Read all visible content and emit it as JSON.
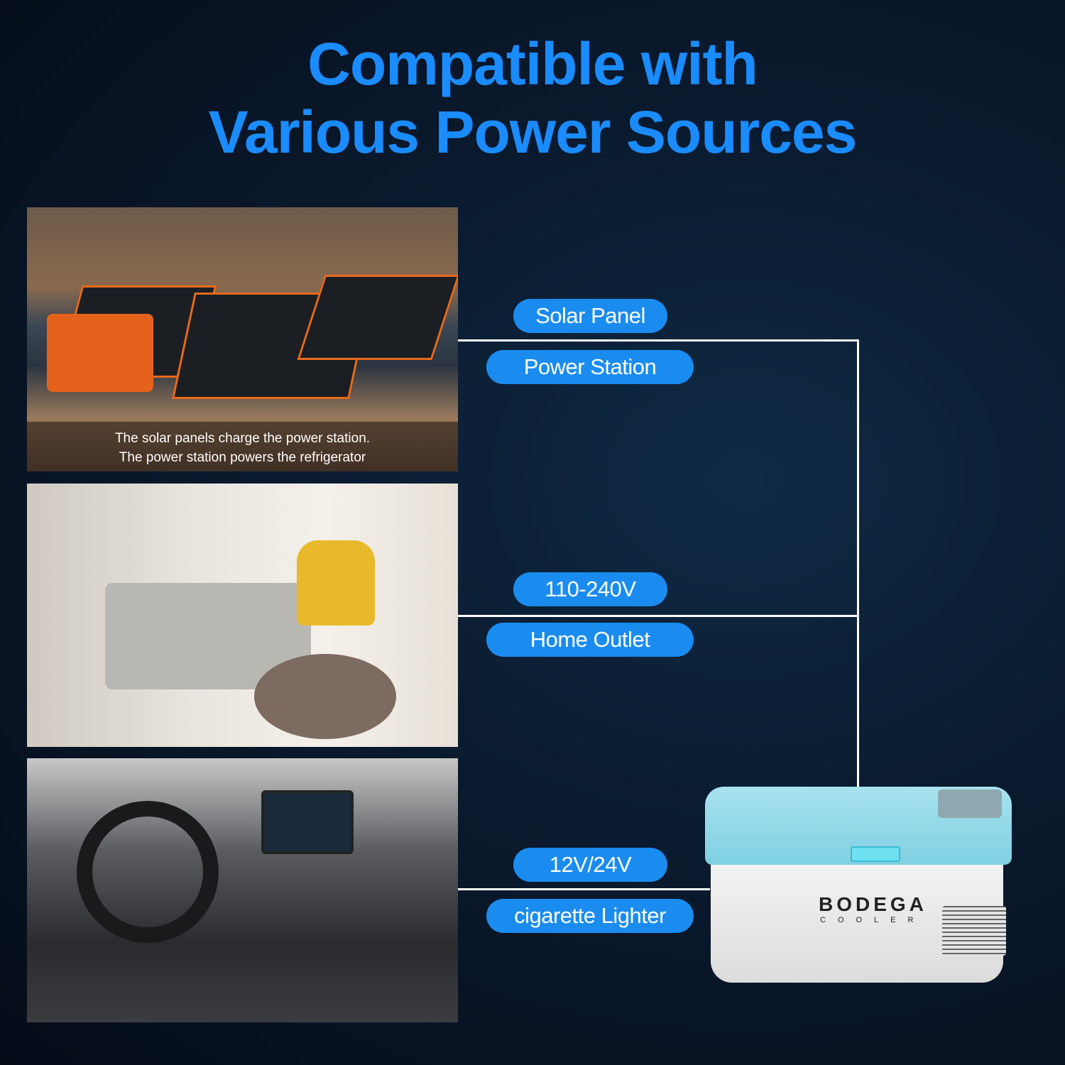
{
  "title": {
    "line1": "Compatible with",
    "line2": "Various Power Sources"
  },
  "photos": [
    {
      "name": "solar-scene",
      "caption_line1": "The solar panels charge the power station.",
      "caption_line2": "The power station powers the refrigerator"
    },
    {
      "name": "living-room-scene"
    },
    {
      "name": "car-interior-scene"
    }
  ],
  "sources": [
    {
      "label": "Solar Panel",
      "sublabel": "Power Station"
    },
    {
      "label": "110-240V",
      "sublabel": "Home Outlet"
    },
    {
      "label": "12V/24V",
      "sublabel": "cigarette Lighter"
    }
  ],
  "product": {
    "brand": "BODEGA",
    "sub": "COOLER"
  },
  "colors": {
    "accent": "#1a8cf0",
    "title": "#1a8cff",
    "background": "#0a1a2e",
    "lid": "#8fd6e6"
  }
}
